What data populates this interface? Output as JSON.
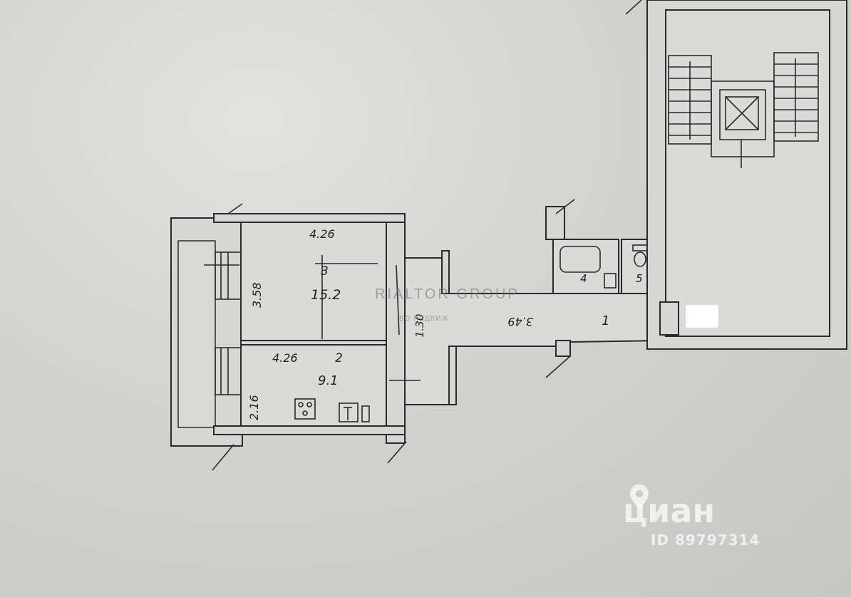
{
  "plan": {
    "rooms": [
      {
        "number": "1",
        "area": ""
      },
      {
        "number": "2",
        "area": "9.1"
      },
      {
        "number": "3",
        "area": "15.2"
      },
      {
        "number": "4",
        "area": ""
      },
      {
        "number": "5",
        "area": ""
      }
    ],
    "dimensions": {
      "room3_width": "4.26",
      "room3_height": "3.58",
      "room2_width": "4.26",
      "room2_height": "2.16",
      "corridor_width": "1.30",
      "hall_length": "3.49"
    }
  },
  "watermarks": {
    "rialtor": "RIALTOR GROUP",
    "rialtor_sub": "ВО НЕДВИЖ",
    "cian": "циан",
    "listing_id": "ID 89797314"
  }
}
